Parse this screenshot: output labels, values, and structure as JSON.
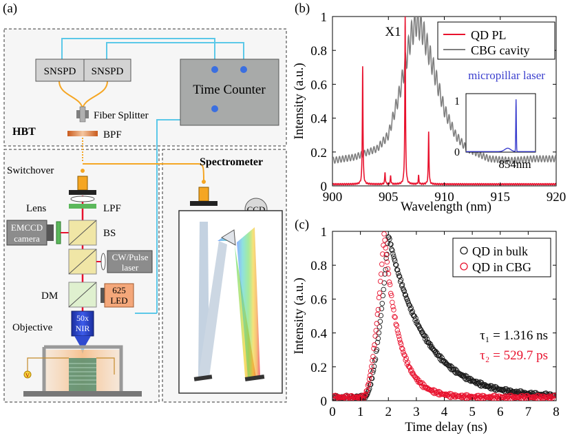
{
  "panel_a": {
    "label": "(a)",
    "hbt": {
      "title": "HBT",
      "detector_1": "SNSPD",
      "detector_2": "SNSPD",
      "time_counter": "Time Counter",
      "fiber_splitter": "Fiber Splitter",
      "bpf": "BPF"
    },
    "optics": {
      "switchover": "Switchover",
      "lens": "Lens",
      "lpf": "LPF",
      "emccd_line1": "EMCCD",
      "emccd_line2": "camera",
      "bs": "BS",
      "laser_line1": "CW/Pulse",
      "laser_line2": "laser",
      "dm": "DM",
      "led_line1": "625",
      "led_line2": "LED",
      "objective": "Objective",
      "obj_line1": "50x",
      "obj_line2": "NIR",
      "v_symbol": "V"
    },
    "spectrometer": {
      "title": "Spectrometer",
      "ccd": "CCD"
    }
  },
  "panel_b": {
    "label": "(b)",
    "peak_label": "X1",
    "inset_title": "micropillar laser",
    "inset_xlabel": "854nm",
    "inset_yticks": [
      "1",
      "0"
    ]
  },
  "panel_c": {
    "label": "(c)",
    "tau1": "τ₁ = 1.316 ns",
    "tau2": "τ₂ = 529.7 ps"
  },
  "colors": {
    "fiber_blue": "#5bc8e8",
    "fiber_orange": "#f5a623",
    "beam_red": "#e8112d",
    "pl_red": "#e8112d",
    "cavity_gray": "#7f7f7f",
    "inset_blue": "#3b3fce",
    "bulk_black": "#1a1a1a",
    "cbg_red": "#e8112d"
  },
  "chart_data": [
    {
      "type": "line",
      "xlabel": "Wavelength (nm)",
      "ylabel": "Intensity (a.u.)",
      "xlim": [
        900,
        920
      ],
      "ylim": [
        0,
        1
      ],
      "xticks": [
        900,
        905,
        910,
        915,
        920
      ],
      "yticks": [
        0,
        0.2,
        0.4,
        0.6,
        0.8,
        1
      ],
      "legend_position": "top-right",
      "series": [
        {
          "name": "QD PL",
          "color": "#e8112d",
          "baseline": 0.01,
          "peaks": [
            {
              "x": 902.7,
              "y": 0.7
            },
            {
              "x": 904.7,
              "y": 0.07
            },
            {
              "x": 905.2,
              "y": 0.05
            },
            {
              "x": 906.5,
              "y": 1.0
            },
            {
              "x": 907.7,
              "y": 0.05
            },
            {
              "x": 908.6,
              "y": 0.31
            }
          ]
        },
        {
          "name": "CBG cavity",
          "color": "#7f7f7f",
          "baseline": 0.14,
          "envelope_center": 907.5,
          "envelope_peak": 0.95,
          "fringe_period_nm": 0.28,
          "x": [
            900,
            902,
            904,
            905,
            906,
            907,
            907.5,
            908,
            909,
            910,
            911,
            912,
            914,
            916,
            918,
            920
          ],
          "y": [
            0.15,
            0.17,
            0.22,
            0.3,
            0.55,
            0.88,
            0.97,
            0.93,
            0.7,
            0.45,
            0.3,
            0.22,
            0.16,
            0.15,
            0.16,
            0.16
          ]
        }
      ],
      "inset": {
        "title": "micropillar laser",
        "xlabel": "854nm",
        "ylim": [
          0,
          1
        ],
        "yticks": [
          0,
          1
        ],
        "series": [
          {
            "name": "micropillar laser",
            "color": "#3b3fce",
            "peak_position": 0.72,
            "peak_value": 0.93,
            "bump_value": 0.06
          }
        ]
      }
    },
    {
      "type": "scatter",
      "xlabel": "Time delay (ns)",
      "ylabel": "Intensity (a.u.)",
      "xlim": [
        0,
        8
      ],
      "ylim": [
        0,
        1
      ],
      "xticks": [
        0,
        1,
        2,
        3,
        4,
        5,
        6,
        7,
        8
      ],
      "yticks": [
        0,
        0.2,
        0.4,
        0.6,
        0.8,
        1
      ],
      "legend_position": "top-right",
      "series": [
        {
          "name": "QD in bulk",
          "color": "#1a1a1a",
          "onset": 1.15,
          "peak_x": 2.0,
          "peak_y": 0.98,
          "tau_ns": 1.316,
          "rise_ns": 0.32
        },
        {
          "name": "QD in CBG",
          "color": "#e8112d",
          "onset": 1.1,
          "peak_x": 1.85,
          "peak_y": 0.99,
          "tau_ns": 0.5297,
          "rise_ns": 0.3
        }
      ]
    }
  ]
}
